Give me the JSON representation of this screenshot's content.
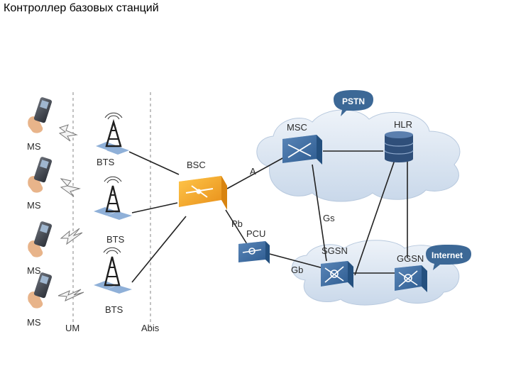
{
  "title": "Контроллер базовых станций",
  "labels": {
    "ms": "MS",
    "bts": "BTS",
    "bsc": "BSC",
    "msc": "MSC",
    "hlr": "HLR",
    "pcu": "PCU",
    "sgsn": "SGSN",
    "ggsn": "GGSN",
    "pstn": "PSTN",
    "internet": "Internet",
    "um": "UM",
    "abis": "Abis",
    "if_a": "A",
    "if_pb": "Pb",
    "if_gs": "Gs",
    "if_gb": "Gb"
  },
  "colors": {
    "bsc": "#f0a020",
    "node_blue": "#3d6ea5",
    "cloud": "#dbe6f2",
    "badge": "#3c6896",
    "link": "#222222"
  },
  "icons": [
    "mobile-phone-icon",
    "radio-tower-icon",
    "signal-bolt-icon",
    "router-icon",
    "database-icon",
    "cloud-icon"
  ]
}
